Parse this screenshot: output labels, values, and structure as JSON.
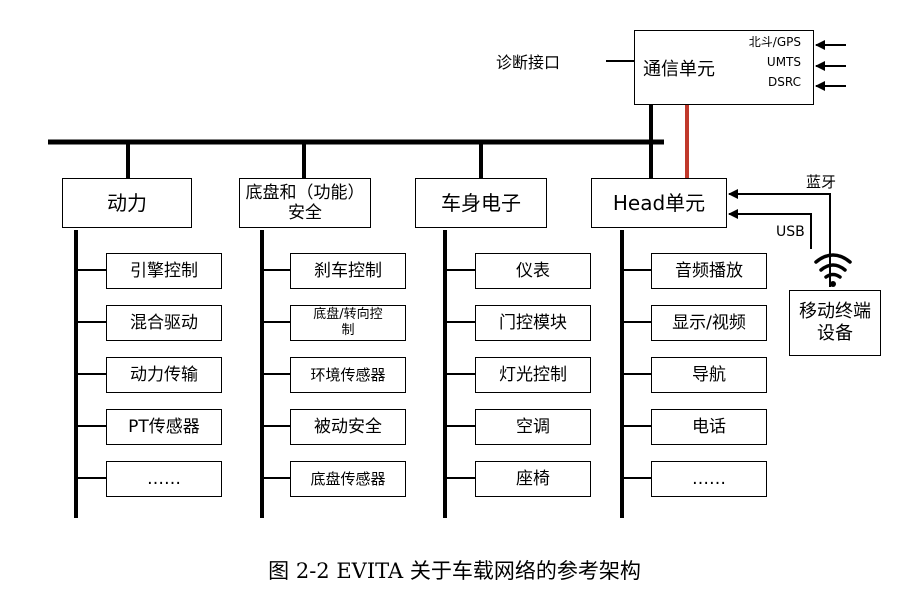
{
  "diagnostic_label": "诊断接口",
  "comm_unit": {
    "label": "通信单元",
    "inputs": [
      "北斗/GPS",
      "UMTS",
      "DSRC"
    ]
  },
  "columns": [
    {
      "header": "动力",
      "items": [
        "引擎控制",
        "混合驱动",
        "动力传输",
        "PT传感器",
        "……"
      ]
    },
    {
      "header": "底盘和（功能）安全",
      "items": [
        "刹车控制",
        "底盘/转向控制",
        "环境传感器",
        "被动安全",
        "底盘传感器"
      ]
    },
    {
      "header": "车身电子",
      "items": [
        "仪表",
        "门控模块",
        "灯光控制",
        "空调",
        "座椅"
      ]
    },
    {
      "header": "Head单元",
      "items": [
        "音频播放",
        "显示/视频",
        "导航",
        "电话",
        "……"
      ]
    }
  ],
  "mobile": {
    "label": "移动终端设备",
    "bluetooth_label": "蓝牙",
    "usb_label": "USB"
  },
  "caption": "图 2-2 EVITA 关于车载网络的参考架构",
  "colors": {
    "line": "#000000",
    "link": "#c0392b"
  }
}
